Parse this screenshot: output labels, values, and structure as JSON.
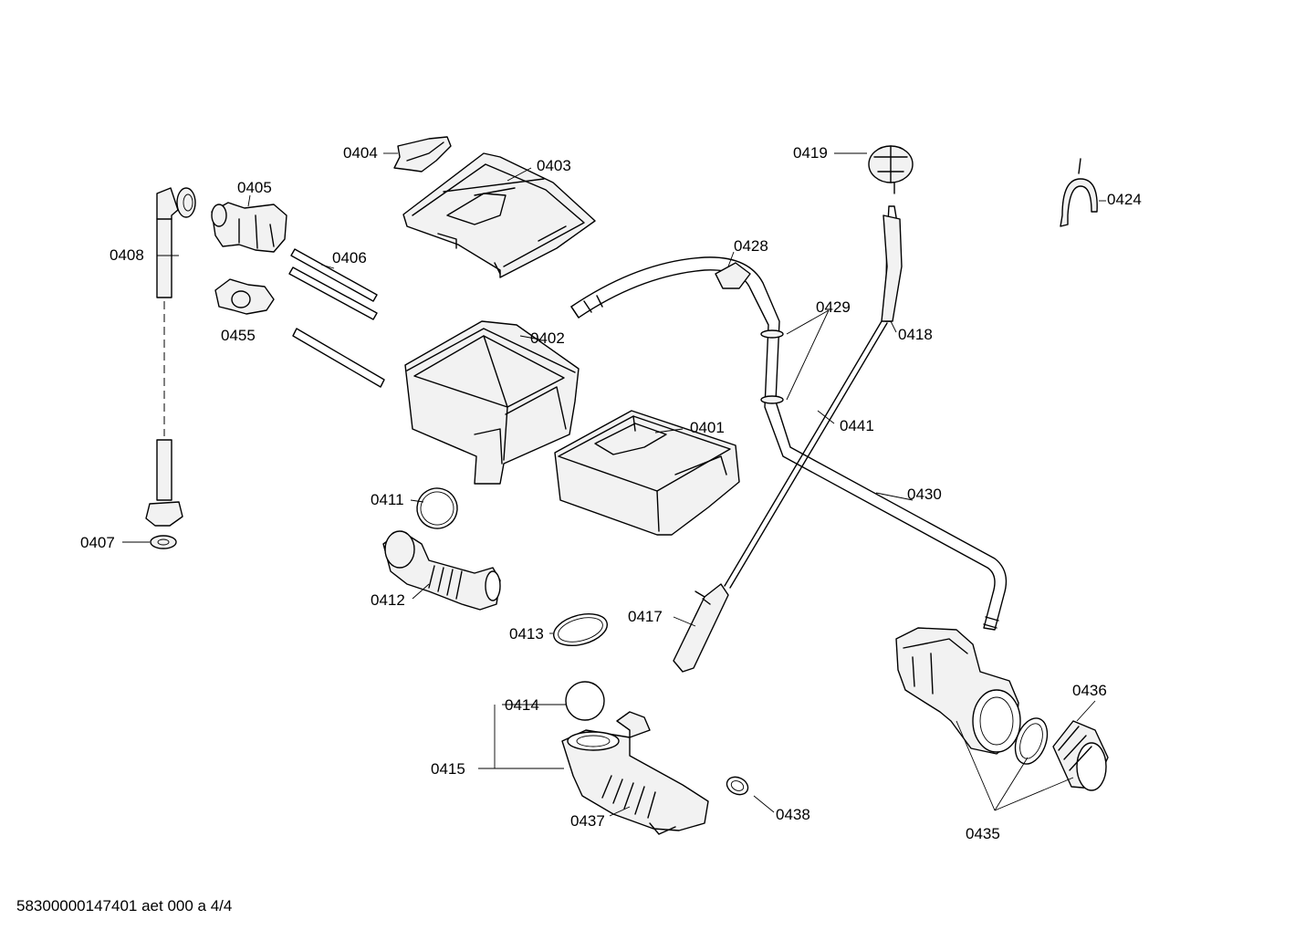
{
  "labels": {
    "p0401": "0401",
    "p0402": "0402",
    "p0403": "0403",
    "p0404": "0404",
    "p0405": "0405",
    "p0406": "0406",
    "p0407": "0407",
    "p0408": "0408",
    "p0411": "0411",
    "p0412": "0412",
    "p0413": "0413",
    "p0414": "0414",
    "p0415": "0415",
    "p0417": "0417",
    "p0418": "0418",
    "p0419": "0419",
    "p0424": "0424",
    "p0428": "0428",
    "p0429": "0429",
    "p0430": "0430",
    "p0435": "0435",
    "p0436": "0436",
    "p0437": "0437",
    "p0438": "0438",
    "p0441": "0441",
    "p0455": "0455"
  },
  "footer": "58300000147401 aet 000 a 4/4"
}
